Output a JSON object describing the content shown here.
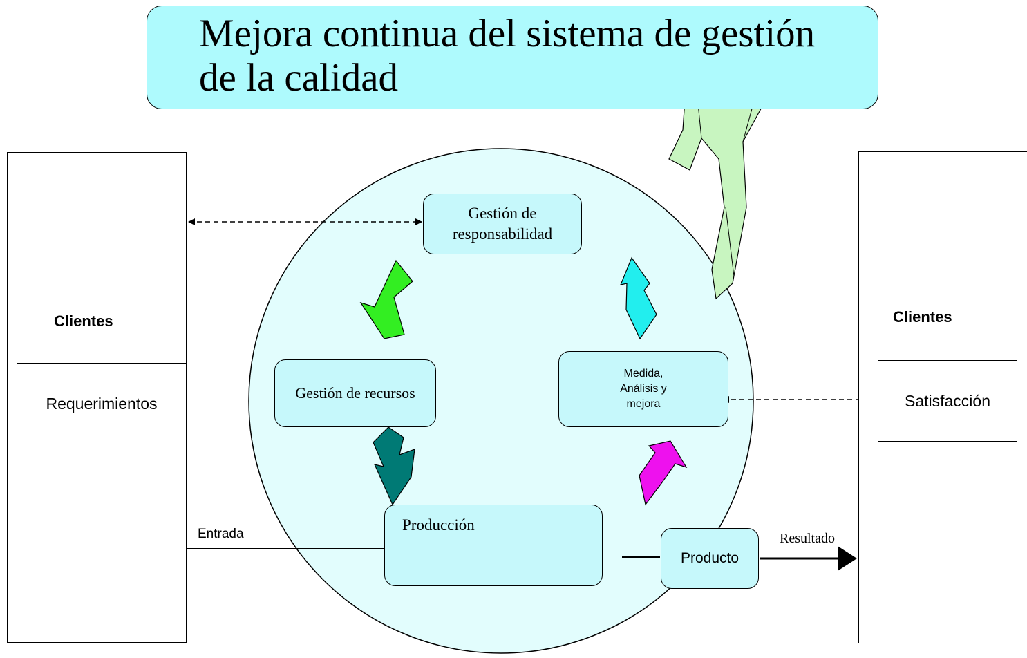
{
  "title": "Mejora continua del sistema de gestión de la calidad",
  "clients_left": {
    "heading": "Clientes",
    "box_label": "Requerimientos"
  },
  "clients_right": {
    "heading": "Clientes",
    "box_label": "Satisfacción"
  },
  "processes": {
    "responsabilidad": "Gestión de responsabilidad",
    "recursos": "Gestión de recursos",
    "medida_line1": "Medida,",
    "medida_line2": "Análisis y",
    "medida_line3": "mejora",
    "produccion": "Producción",
    "producto": "Producto"
  },
  "flow": {
    "entrada": "Entrada",
    "resultado": "Resultado"
  },
  "colors": {
    "process_fill": "#c6f8fb",
    "title_fill": "#aefafd",
    "circle_fill": "#e2fdfd",
    "arrow_green": "#33ee22",
    "arrow_teal": "#007a75",
    "arrow_magenta": "#ee11ee",
    "arrow_cyan": "#22eeee",
    "arrow_light_green": "#c8f5c0"
  }
}
